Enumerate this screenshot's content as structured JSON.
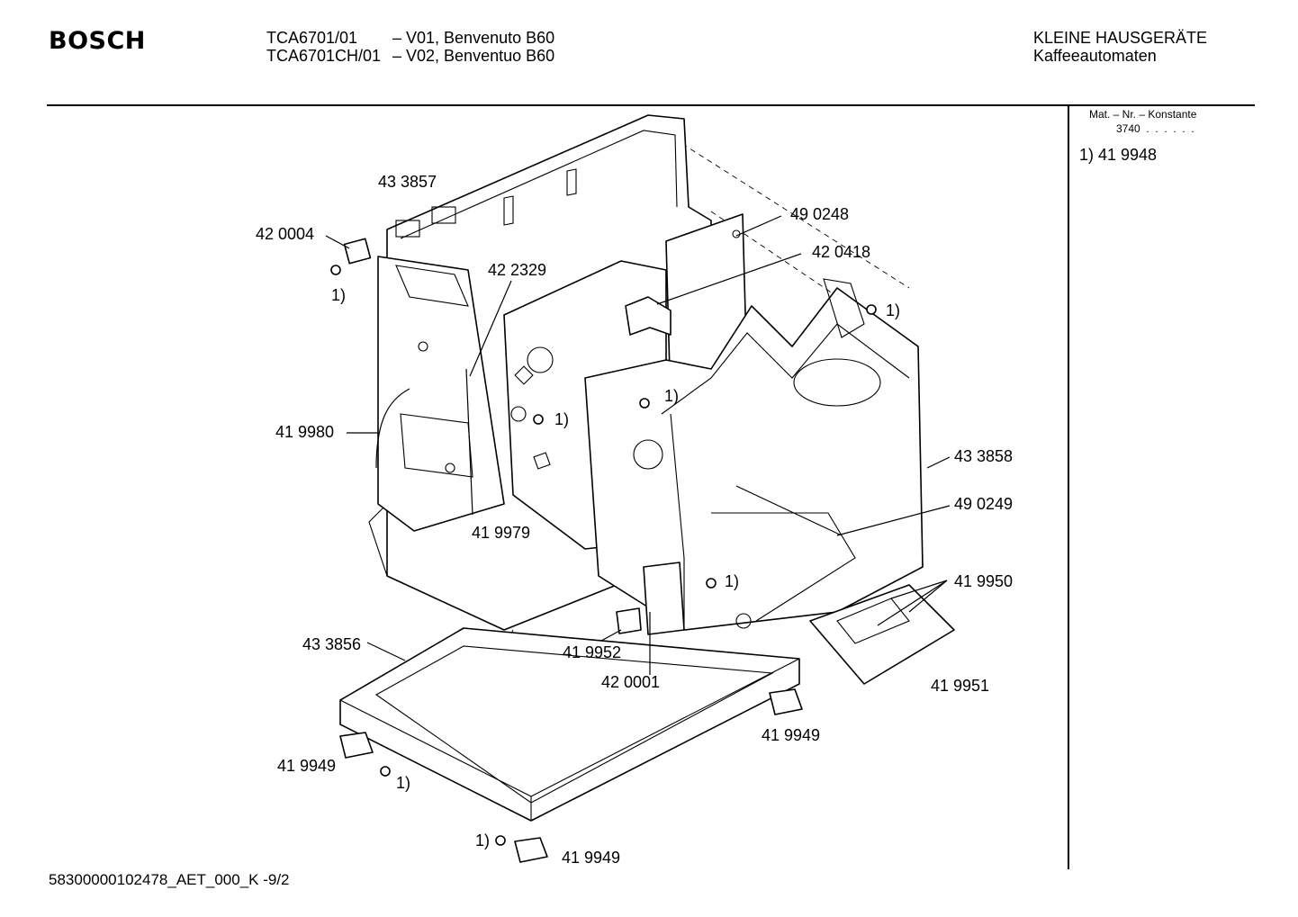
{
  "header": {
    "brand": "BOSCH",
    "model_1": "TCA6701/01",
    "variant_1": "– V01, Benvenuto B60",
    "model_2": "TCA6701CH/01",
    "variant_2": "– V02, Benventuo B60",
    "category": "KLEINE HAUSGERÄTE",
    "subcategory": "Kaffeeautomaten"
  },
  "sidebar": {
    "mat_header": "Mat. – Nr. – Konstante",
    "mat_value": "3740  .  .  .  .  .  .",
    "note": "1)  41 9948"
  },
  "footer": {
    "doc_id": "58300000102478_AET_000_K   -9/2"
  },
  "parts": [
    {
      "id": "p433857",
      "text": "43 3857"
    },
    {
      "id": "p420004",
      "text": "42 0004"
    },
    {
      "id": "n1a",
      "text": "1)"
    },
    {
      "id": "p422329",
      "text": "42 2329"
    },
    {
      "id": "p490248",
      "text": "49 0248"
    },
    {
      "id": "p420418",
      "text": "42 0418"
    },
    {
      "id": "n1b",
      "text": "1)"
    },
    {
      "id": "n1c",
      "text": "1)"
    },
    {
      "id": "n1d",
      "text": "1)"
    },
    {
      "id": "p419980",
      "text": "41 9980"
    },
    {
      "id": "p433858",
      "text": "43 3858"
    },
    {
      "id": "p490249",
      "text": "49 0249"
    },
    {
      "id": "p419979",
      "text": "41 9979"
    },
    {
      "id": "n1e",
      "text": "1)"
    },
    {
      "id": "p419950",
      "text": "41 9950"
    },
    {
      "id": "p433856",
      "text": "43 3856"
    },
    {
      "id": "p419952",
      "text": "41 9952"
    },
    {
      "id": "p420001",
      "text": "42 0001"
    },
    {
      "id": "p419951",
      "text": "41 9951"
    },
    {
      "id": "p419949a",
      "text": "41 9949"
    },
    {
      "id": "p419949b",
      "text": "41 9949"
    },
    {
      "id": "n1f",
      "text": "1)"
    },
    {
      "id": "n1g",
      "text": "1)"
    },
    {
      "id": "p419949c",
      "text": "41 9949"
    }
  ]
}
